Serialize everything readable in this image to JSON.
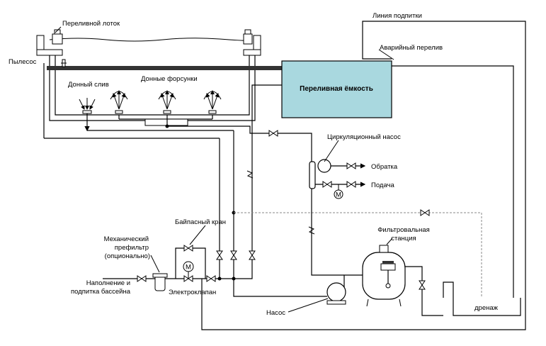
{
  "labels": {
    "overflow_gutter": "Переливной лоток",
    "vacuum": "Пылесос",
    "bottom_drain": "Донный слив",
    "bottom_jets": "Донные форсунки",
    "overflow_tank": "Переливная ёмкость",
    "emergency_overflow": "Аварийный перелив",
    "makeup_line": "Линия подпитки",
    "circulation_pump": "Циркуляционный насос",
    "return": "Обратка",
    "supply": "Подача",
    "bypass_valve": "Байпасный кран",
    "prefilter_1": "Механический",
    "prefilter_2": "префильтр",
    "prefilter_3": "(опционально)",
    "fill_1": "Наполнение и",
    "fill_2": "подпитка бассейна",
    "solenoid": "Электроклапан",
    "pump": "Насос",
    "filter_station_1": "Фильтровальная",
    "filter_station_2": "станция",
    "drain": "дренаж",
    "motor_symbol": "M"
  },
  "colors": {
    "tank_fill": "#a9d8df",
    "line": "#000000",
    "dashed_line": "#888888"
  }
}
